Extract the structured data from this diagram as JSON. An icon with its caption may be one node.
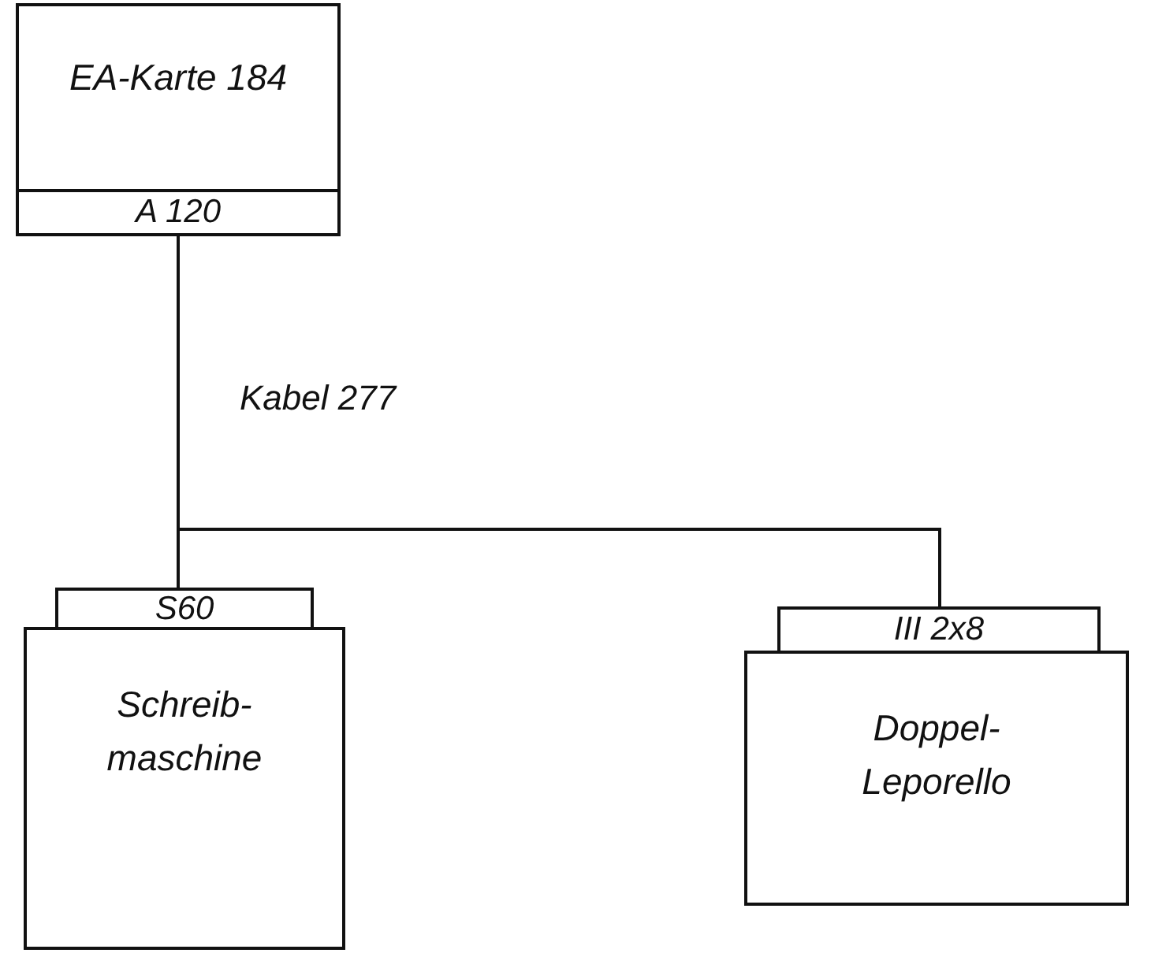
{
  "diagram": {
    "nodes": [
      {
        "text": [
          "EA-Karte 184"
        ]
      },
      {
        "text": [
          "A 120"
        ],
        "in": 0
      },
      {
        "text": [
          "S60"
        ]
      },
      {
        "text": [
          "Schreib- maschine"
        ]
      },
      {
        "text": [
          "III 2x8"
        ]
      },
      {
        "text": [
          "Doppel- Leporello"
        ]
      }
    ],
    "edges": [
      {
        "from": 1,
        "to": 2,
        "arrow": "none",
        "label": "Kabel 277"
      },
      {
        "from": 1,
        "to": 4,
        "arrow": "none"
      }
    ]
  }
}
